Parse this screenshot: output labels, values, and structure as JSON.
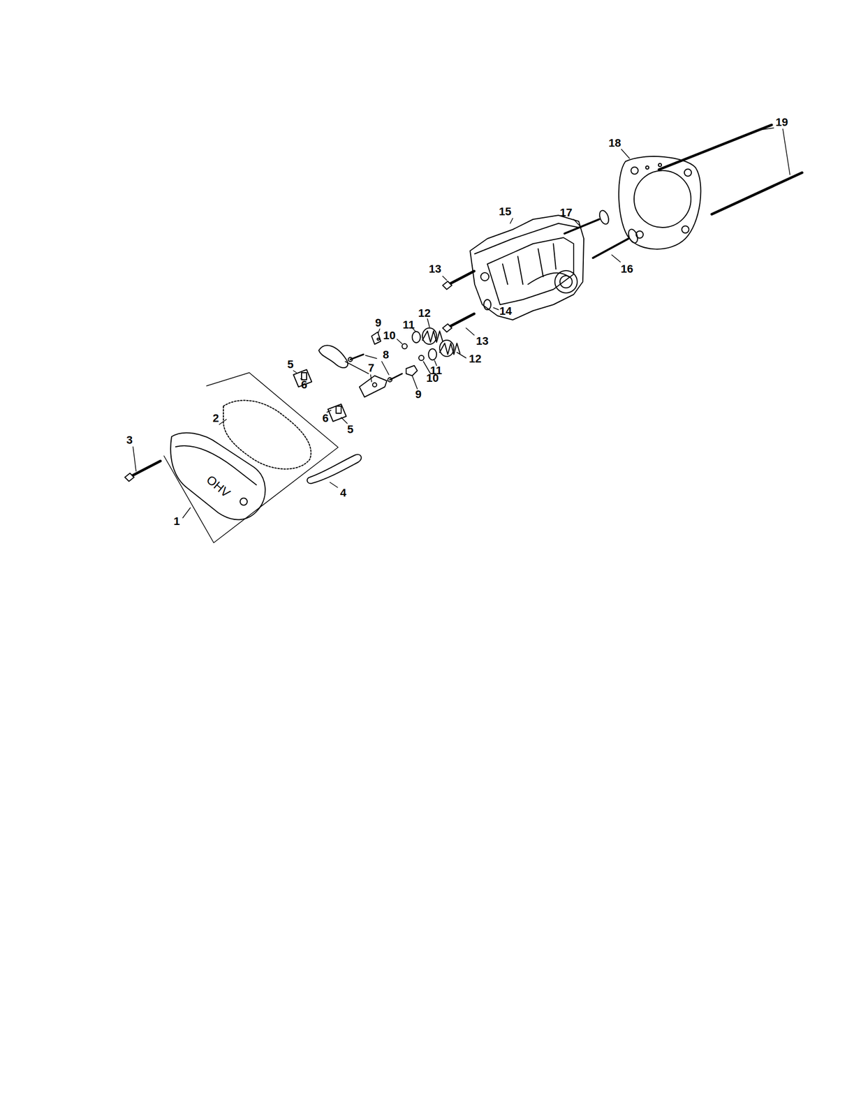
{
  "diagram": {
    "labels": [
      "19",
      "18",
      "15",
      "17",
      "13",
      "16",
      "9",
      "11",
      "12",
      "14",
      "10",
      "8",
      "13",
      "7",
      "12",
      "11",
      "9",
      "10",
      "5",
      "6",
      "6",
      "5",
      "2",
      "3",
      "4",
      "1",
      "OHV"
    ]
  }
}
